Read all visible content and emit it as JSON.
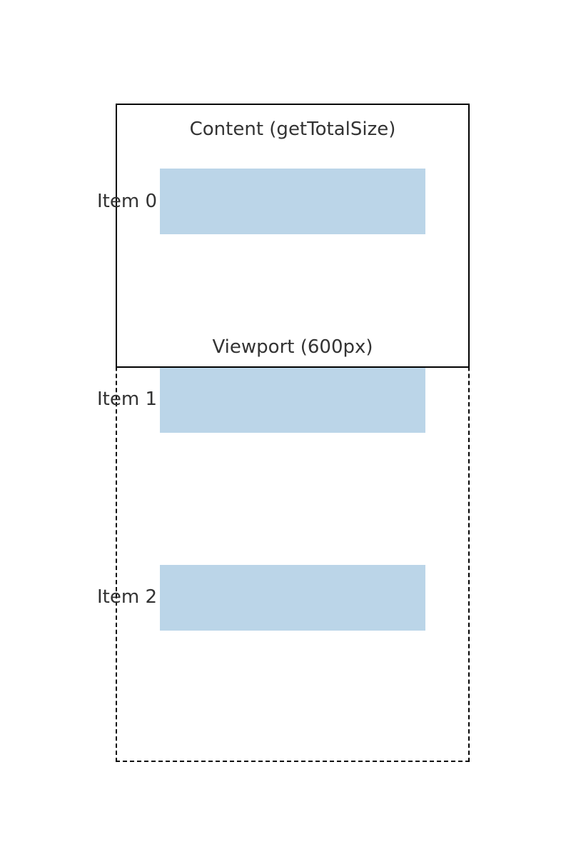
{
  "diagram": {
    "content": {
      "label": "Content (getTotalSize)"
    },
    "viewport": {
      "label": "Viewport (600px)"
    },
    "items": [
      {
        "label": "Item 0"
      },
      {
        "label": "Item 1"
      },
      {
        "label": "Item 2"
      }
    ],
    "colors": {
      "item_fill": "#bbd5e8",
      "border": "#000000",
      "text": "#333333"
    }
  }
}
